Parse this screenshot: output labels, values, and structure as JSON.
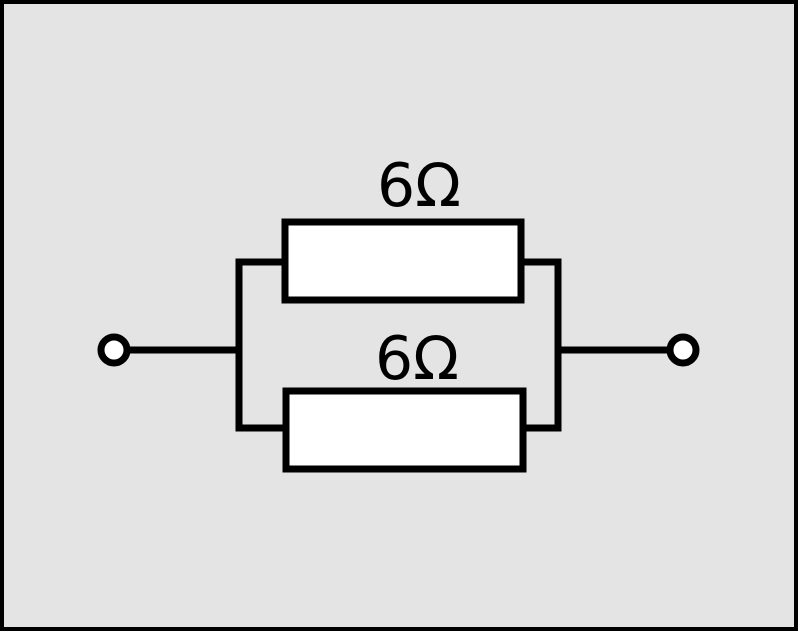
{
  "diagram": {
    "type": "parallel-resistor-circuit",
    "colors": {
      "background": "#e4e4e4",
      "stroke": "#000000",
      "resistor_fill": "#ffffff",
      "terminal_fill": "#ffffff"
    },
    "resistors": [
      {
        "label": "6Ω"
      },
      {
        "label": "6Ω"
      }
    ],
    "terminals": [
      "left",
      "right"
    ]
  }
}
